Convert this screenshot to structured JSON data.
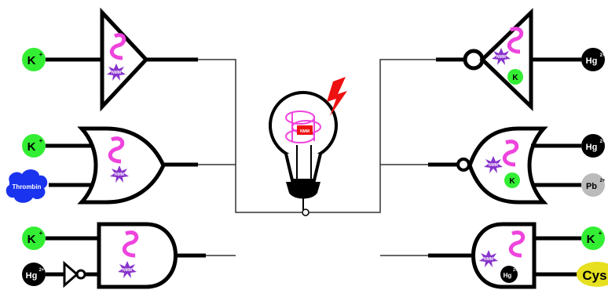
{
  "colors": {
    "wire": "#000000",
    "thin_wire": "#333333",
    "potassium": "#33ee33",
    "mercury": "#000000",
    "lead": "#bbbbbb",
    "thrombin": "#1a33ee",
    "cysteine": "#e6e020",
    "dna_strand": "#ee44dd",
    "nmm_star": "#8833cc",
    "flash": "#ee1111"
  },
  "labels": {
    "potassium_plus": "K",
    "potassium_sup": "+",
    "mercury": "Hg",
    "mercury_sup": "2+",
    "lead": "Pb",
    "lead_sup": "2+",
    "thrombin": "Thrombin",
    "cysteine": "Cys",
    "nmm": "NMM"
  },
  "gates": [
    {
      "id": "buffer",
      "type": "YES",
      "inputs": [
        "K+"
      ]
    },
    {
      "id": "or",
      "type": "OR",
      "inputs": [
        "K+",
        "Thrombin"
      ]
    },
    {
      "id": "inhibit",
      "type": "INHIBIT",
      "inputs": [
        "K+",
        "Hg2+"
      ]
    },
    {
      "id": "not",
      "type": "NOT",
      "inputs": [
        "Hg2+"
      ]
    },
    {
      "id": "nor",
      "type": "NOR",
      "inputs": [
        "Hg2+",
        "Pb2+"
      ]
    },
    {
      "id": "nand",
      "type": "NAND",
      "inputs": [
        "K+",
        "Cys"
      ]
    }
  ],
  "icons": [
    "light-bulb-icon",
    "lightning-bolt-icon",
    "g-quadruplex-icon"
  ]
}
